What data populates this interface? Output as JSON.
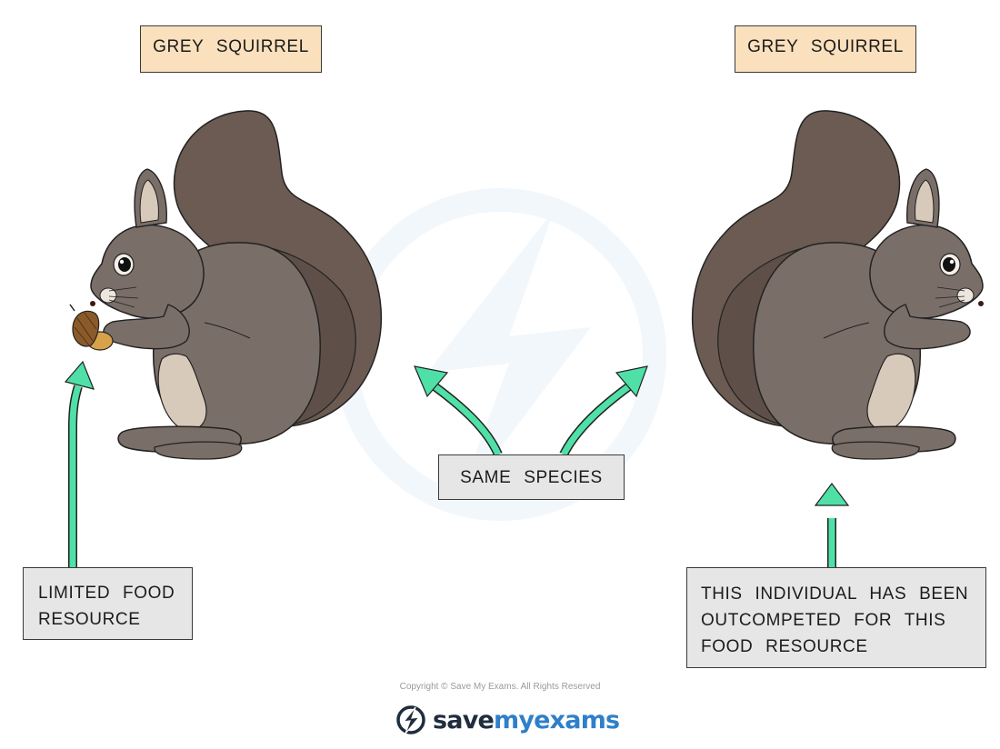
{
  "labels": {
    "grey_squirrel_left": "GREY  SQUIRREL",
    "grey_squirrel_right": "GREY  SQUIRREL",
    "same_species": "SAME  SPECIES",
    "limited_food": [
      "LIMITED  FOOD",
      "RESOURCE"
    ],
    "outcompeted": [
      "THIS  INDIVIDUAL  HAS  BEEN",
      "OUTCOMPETED  FOR  THIS",
      "FOOD  RESOURCE"
    ]
  },
  "footer": {
    "copyright": "Copyright © Save My Exams. All Rights Reserved",
    "brand_save": "save",
    "brand_my": "my",
    "brand_exams": "exams"
  },
  "colors": {
    "arrow": "#4fe0a8",
    "title_box": "#fbe0bd",
    "note_box": "#e6e6e6",
    "squirrel_body": "#7a6e68",
    "squirrel_tail": "#6b5b52",
    "squirrel_belly": "#d8cabb",
    "brand_dark": "#1f2d3d",
    "brand_blue": "#2f7fc9"
  },
  "icons": {
    "logo": "lightning-bolt-circle-icon",
    "acorn": "acorn-icon"
  }
}
